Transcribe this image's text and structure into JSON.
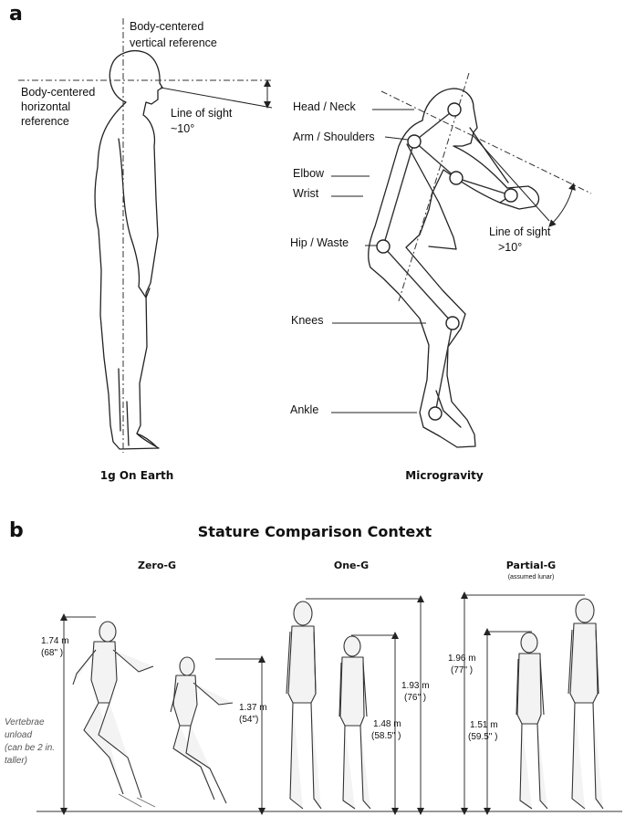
{
  "panel_a": {
    "label": "a",
    "earth": {
      "vertical_ref": [
        "Body-centered",
        "vertical reference"
      ],
      "horizontal_ref": [
        "Body-centered",
        "horizontal",
        "reference"
      ],
      "line_of_sight": [
        "Line of sight",
        "~10°"
      ],
      "caption": "1g On Earth"
    },
    "micro": {
      "joints": {
        "head_neck": "Head / Neck",
        "arm_shoulders": "Arm / Shoulders",
        "elbow": "Elbow",
        "wrist": "Wrist",
        "hip_waste": "Hip / Waste",
        "knees": "Knees",
        "ankle": "Ankle"
      },
      "line_of_sight": [
        "Line of sight",
        ">10°"
      ],
      "caption": "Microgravity"
    }
  },
  "panel_b": {
    "label": "b",
    "title": "Stature Comparison Context",
    "zero_g": {
      "heading": "Zero-G",
      "tall": [
        "1.74 m",
        "(68\" )"
      ],
      "short": [
        "1.37 m",
        "(54\")"
      ],
      "note": [
        "Vertebrae",
        "unload",
        "(can be 2 in.",
        "taller)"
      ]
    },
    "one_g": {
      "heading": "One-G",
      "tall": [
        "1.93 m",
        "(76\" )"
      ],
      "short": [
        "1.48 m",
        "(58.5\" )"
      ]
    },
    "partial_g": {
      "heading": "Partial-G",
      "subheading": "(assumed lunar)",
      "tall": [
        "1.96 m",
        "(77\" )"
      ],
      "short": [
        "1.51 m",
        "(59.5\" )"
      ]
    }
  }
}
